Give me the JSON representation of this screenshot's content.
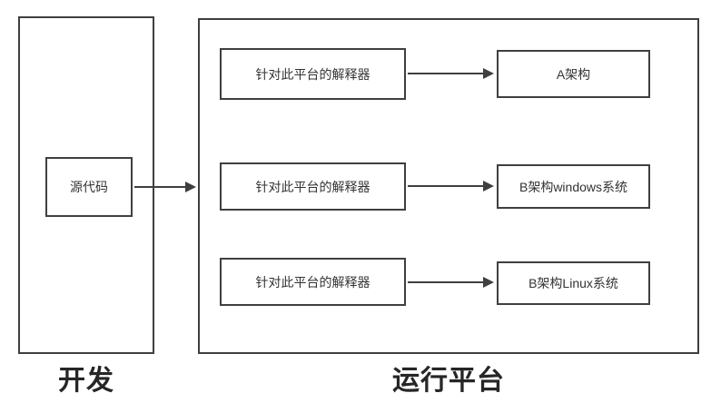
{
  "diagram": {
    "dev_group": {
      "label": "开发",
      "source_box": "源代码"
    },
    "runtime_group": {
      "label": "运行平台",
      "rows": [
        {
          "interpreter": "针对此平台的解释器",
          "target": "A架构"
        },
        {
          "interpreter": "针对此平台的解释器",
          "target": "B架构windows系统"
        },
        {
          "interpreter": "针对此平台的解释器",
          "target": "B架构Linux系统"
        }
      ]
    },
    "colors": {
      "line": "#3f3f3f",
      "text": "#333333",
      "label_text": "#262626",
      "background": "#ffffff"
    }
  }
}
